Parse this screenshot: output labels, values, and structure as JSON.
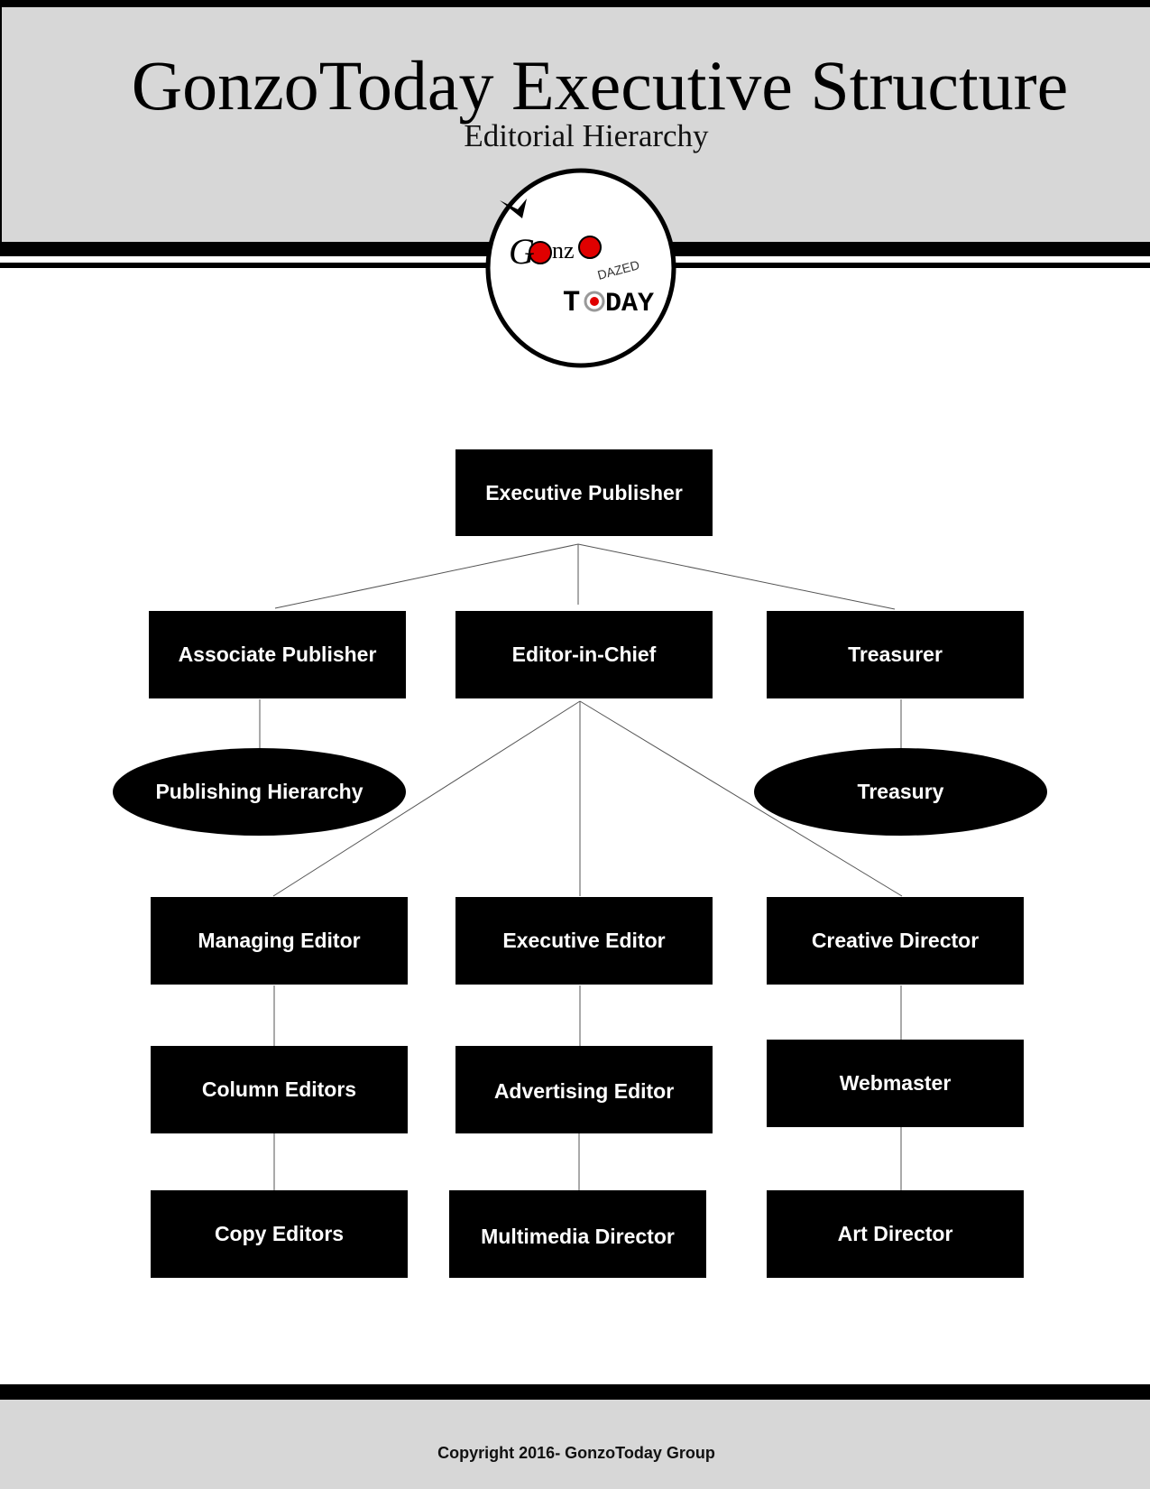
{
  "header": {
    "title": "GonzoToday Executive Structure",
    "subtitle": "Editorial Hierarchy"
  },
  "logo": {
    "text_top": "GONZO",
    "text_mid": "DAZED",
    "text_bottom": "TODAY"
  },
  "nodes": {
    "executive_publisher": "Executive Publisher",
    "associate_publisher": "Associate Publisher",
    "editor_in_chief": "Editor-in-Chief",
    "treasurer": "Treasurer",
    "publishing_hierarchy": "Publishing Hierarchy",
    "treasury": "Treasury",
    "managing_editor": "Managing Editor",
    "executive_editor": "Executive Editor",
    "creative_director": "Creative Director",
    "column_editors": "Column Editors",
    "advertising_editor": "Advertising Editor",
    "webmaster": "Webmaster",
    "copy_editors": "Copy Editors",
    "multimedia_director": "Multimedia Director",
    "art_director": "Art Director"
  },
  "footer": {
    "copyright": "Copyright 2016- GonzoToday Group"
  }
}
